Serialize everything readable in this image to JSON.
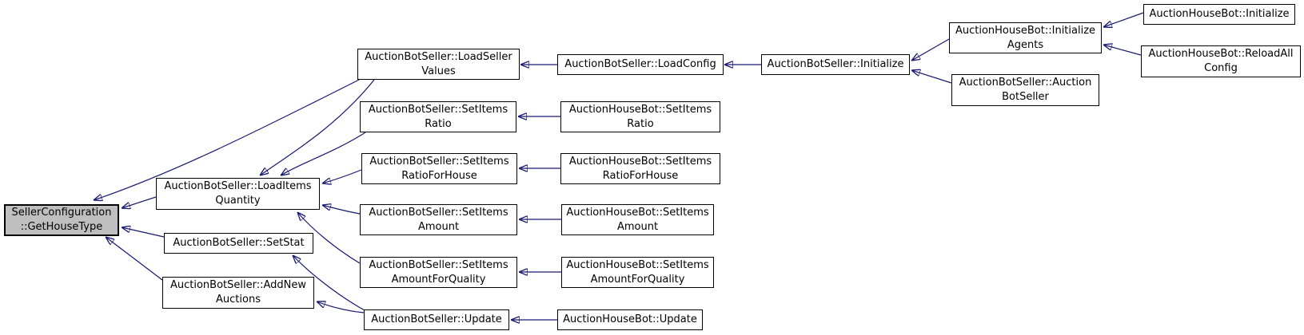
{
  "diagram": {
    "type": "call-graph",
    "colors": {
      "edge": "#191970",
      "node_fill": "#ffffff",
      "node_border": "#000000",
      "highlighted_node_fill": "#bfbfbf",
      "background": "#ffffff"
    },
    "nodes": [
      {
        "id": "seller-configuration-get-house-type",
        "label": "SellerConfiguration\n::GetHouseType",
        "highlighted": true
      },
      {
        "id": "auction-bot-seller-load-items-quantity",
        "label": "AuctionBotSeller::LoadItems\nQuantity",
        "highlighted": false
      },
      {
        "id": "auction-bot-seller-set-stat",
        "label": "AuctionBotSeller::SetStat",
        "highlighted": false
      },
      {
        "id": "auction-bot-seller-add-new-auctions",
        "label": "AuctionBotSeller::AddNew\nAuctions",
        "highlighted": false
      },
      {
        "id": "auction-bot-seller-load-seller-values",
        "label": "AuctionBotSeller::LoadSeller\nValues",
        "highlighted": false
      },
      {
        "id": "auction-bot-seller-set-items-ratio",
        "label": "AuctionBotSeller::SetItems\nRatio",
        "highlighted": false
      },
      {
        "id": "auction-bot-seller-set-items-ratio-for-house",
        "label": "AuctionBotSeller::SetItems\nRatioForHouse",
        "highlighted": false
      },
      {
        "id": "auction-bot-seller-set-items-amount",
        "label": "AuctionBotSeller::SetItems\nAmount",
        "highlighted": false
      },
      {
        "id": "auction-bot-seller-set-items-amount-for-quality",
        "label": "AuctionBotSeller::SetItems\nAmountForQuality",
        "highlighted": false
      },
      {
        "id": "auction-bot-seller-update",
        "label": "AuctionBotSeller::Update",
        "highlighted": false
      },
      {
        "id": "auction-bot-seller-load-config",
        "label": "AuctionBotSeller::LoadConfig",
        "highlighted": false
      },
      {
        "id": "auction-house-bot-set-items-ratio",
        "label": "AuctionHouseBot::SetItems\nRatio",
        "highlighted": false
      },
      {
        "id": "auction-house-bot-set-items-ratio-for-house",
        "label": "AuctionHouseBot::SetItems\nRatioForHouse",
        "highlighted": false
      },
      {
        "id": "auction-house-bot-set-items-amount",
        "label": "AuctionHouseBot::SetItems\nAmount",
        "highlighted": false
      },
      {
        "id": "auction-house-bot-set-items-amount-for-quality",
        "label": "AuctionHouseBot::SetItems\nAmountForQuality",
        "highlighted": false
      },
      {
        "id": "auction-house-bot-update",
        "label": "AuctionHouseBot::Update",
        "highlighted": false
      },
      {
        "id": "auction-bot-seller-initialize",
        "label": "AuctionBotSeller::Initialize",
        "highlighted": false
      },
      {
        "id": "auction-house-bot-initialize-agents",
        "label": "AuctionHouseBot::Initialize\nAgents",
        "highlighted": false
      },
      {
        "id": "auction-bot-seller-auction-bot-seller",
        "label": "AuctionBotSeller::Auction\nBotSeller",
        "highlighted": false
      },
      {
        "id": "auction-house-bot-initialize",
        "label": "AuctionHouseBot::Initialize",
        "highlighted": false
      },
      {
        "id": "auction-house-bot-reload-all-config",
        "label": "AuctionHouseBot::ReloadAll\nConfig",
        "highlighted": false
      }
    ],
    "edges": [
      {
        "from": "auction-bot-seller-load-config",
        "to": "auction-bot-seller-load-seller-values"
      },
      {
        "from": "auction-bot-seller-initialize",
        "to": "auction-bot-seller-load-config"
      },
      {
        "from": "auction-house-bot-initialize-agents",
        "to": "auction-bot-seller-initialize"
      },
      {
        "from": "auction-bot-seller-auction-bot-seller",
        "to": "auction-bot-seller-initialize"
      },
      {
        "from": "auction-house-bot-initialize",
        "to": "auction-house-bot-initialize-agents"
      },
      {
        "from": "auction-house-bot-reload-all-config",
        "to": "auction-house-bot-initialize-agents"
      },
      {
        "from": "auction-house-bot-set-items-ratio",
        "to": "auction-bot-seller-set-items-ratio"
      },
      {
        "from": "auction-house-bot-set-items-ratio-for-house",
        "to": "auction-bot-seller-set-items-ratio-for-house"
      },
      {
        "from": "auction-house-bot-set-items-amount",
        "to": "auction-bot-seller-set-items-amount"
      },
      {
        "from": "auction-house-bot-set-items-amount-for-quality",
        "to": "auction-bot-seller-set-items-amount-for-quality"
      },
      {
        "from": "auction-house-bot-update",
        "to": "auction-bot-seller-update"
      },
      {
        "from": "auction-bot-seller-load-seller-values",
        "to": "seller-configuration-get-house-type"
      },
      {
        "from": "auction-bot-seller-load-seller-values",
        "to": "auction-bot-seller-load-items-quantity"
      },
      {
        "from": "auction-bot-seller-set-items-ratio",
        "to": "auction-bot-seller-load-items-quantity"
      },
      {
        "from": "auction-bot-seller-set-items-ratio-for-house",
        "to": "auction-bot-seller-load-items-quantity"
      },
      {
        "from": "auction-bot-seller-set-items-amount",
        "to": "auction-bot-seller-load-items-quantity"
      },
      {
        "from": "auction-bot-seller-set-items-amount-for-quality",
        "to": "auction-bot-seller-load-items-quantity"
      },
      {
        "from": "auction-bot-seller-update",
        "to": "auction-bot-seller-set-stat"
      },
      {
        "from": "auction-bot-seller-update",
        "to": "auction-bot-seller-add-new-auctions"
      },
      {
        "from": "auction-bot-seller-load-items-quantity",
        "to": "seller-configuration-get-house-type"
      },
      {
        "from": "auction-bot-seller-set-stat",
        "to": "seller-configuration-get-house-type"
      },
      {
        "from": "auction-bot-seller-add-new-auctions",
        "to": "seller-configuration-get-house-type"
      }
    ]
  }
}
